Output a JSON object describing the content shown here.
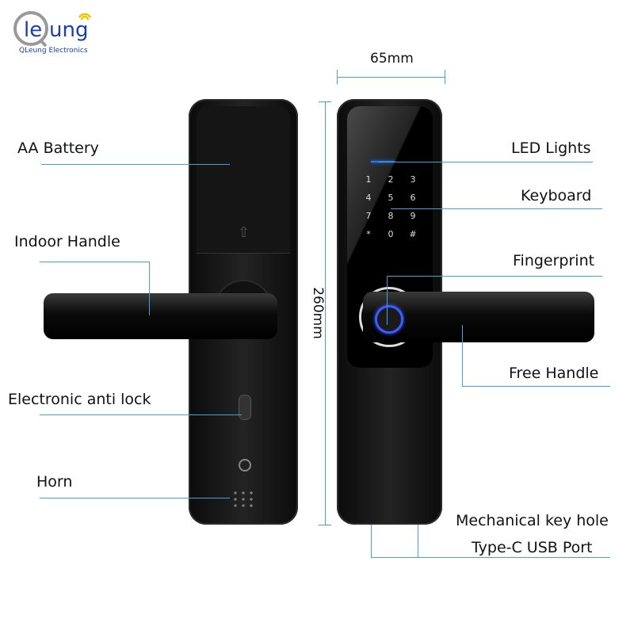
{
  "logo": {
    "brand": "leung",
    "subtitle": "QLeung Electronics"
  },
  "dimensions": {
    "width": "65mm",
    "height": "260mm"
  },
  "labels": {
    "aa_battery": "AA Battery",
    "indoor_handle": "Indoor Handle",
    "electronic_anti_lock": "Electronic anti lock",
    "horn": "Horn",
    "led_lights": "LED Lights",
    "keyboard": "Keyboard",
    "fingerprint": "Fingerprint",
    "free_handle": "Free Handle",
    "mechanical_key_hole": "Mechanical key hole",
    "type_c_usb_port": "Type-C USB Port"
  },
  "keypad": [
    "1",
    "2",
    "3",
    "4",
    "5",
    "6",
    "7",
    "8",
    "9",
    "*",
    "0",
    "#"
  ],
  "colors": {
    "callout_line": "#4a9fd8",
    "led": "#1f7bff",
    "fingerprint_ring": "#3b5bff",
    "logo_blue": "#1a3fa8",
    "logo_yellow": "#f5c400"
  }
}
